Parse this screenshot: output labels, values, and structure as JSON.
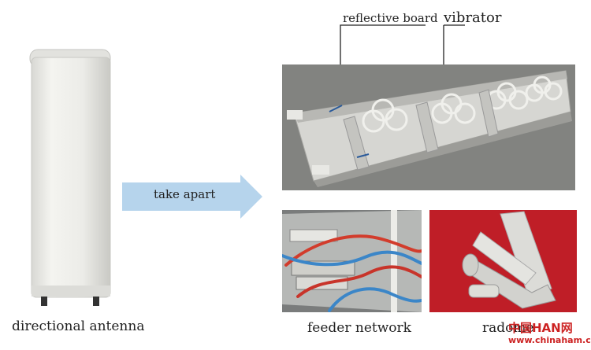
{
  "captions": {
    "directional_antenna": "directional antenna",
    "feeder_network": "feeder network",
    "radome": "radome"
  },
  "arrow_label": "take apart",
  "callouts": {
    "reflective_board": "reflective board",
    "vibrator": "vibrator"
  },
  "watermark": {
    "brand": "中国HAN网",
    "url": "www.chinaham.cn"
  }
}
